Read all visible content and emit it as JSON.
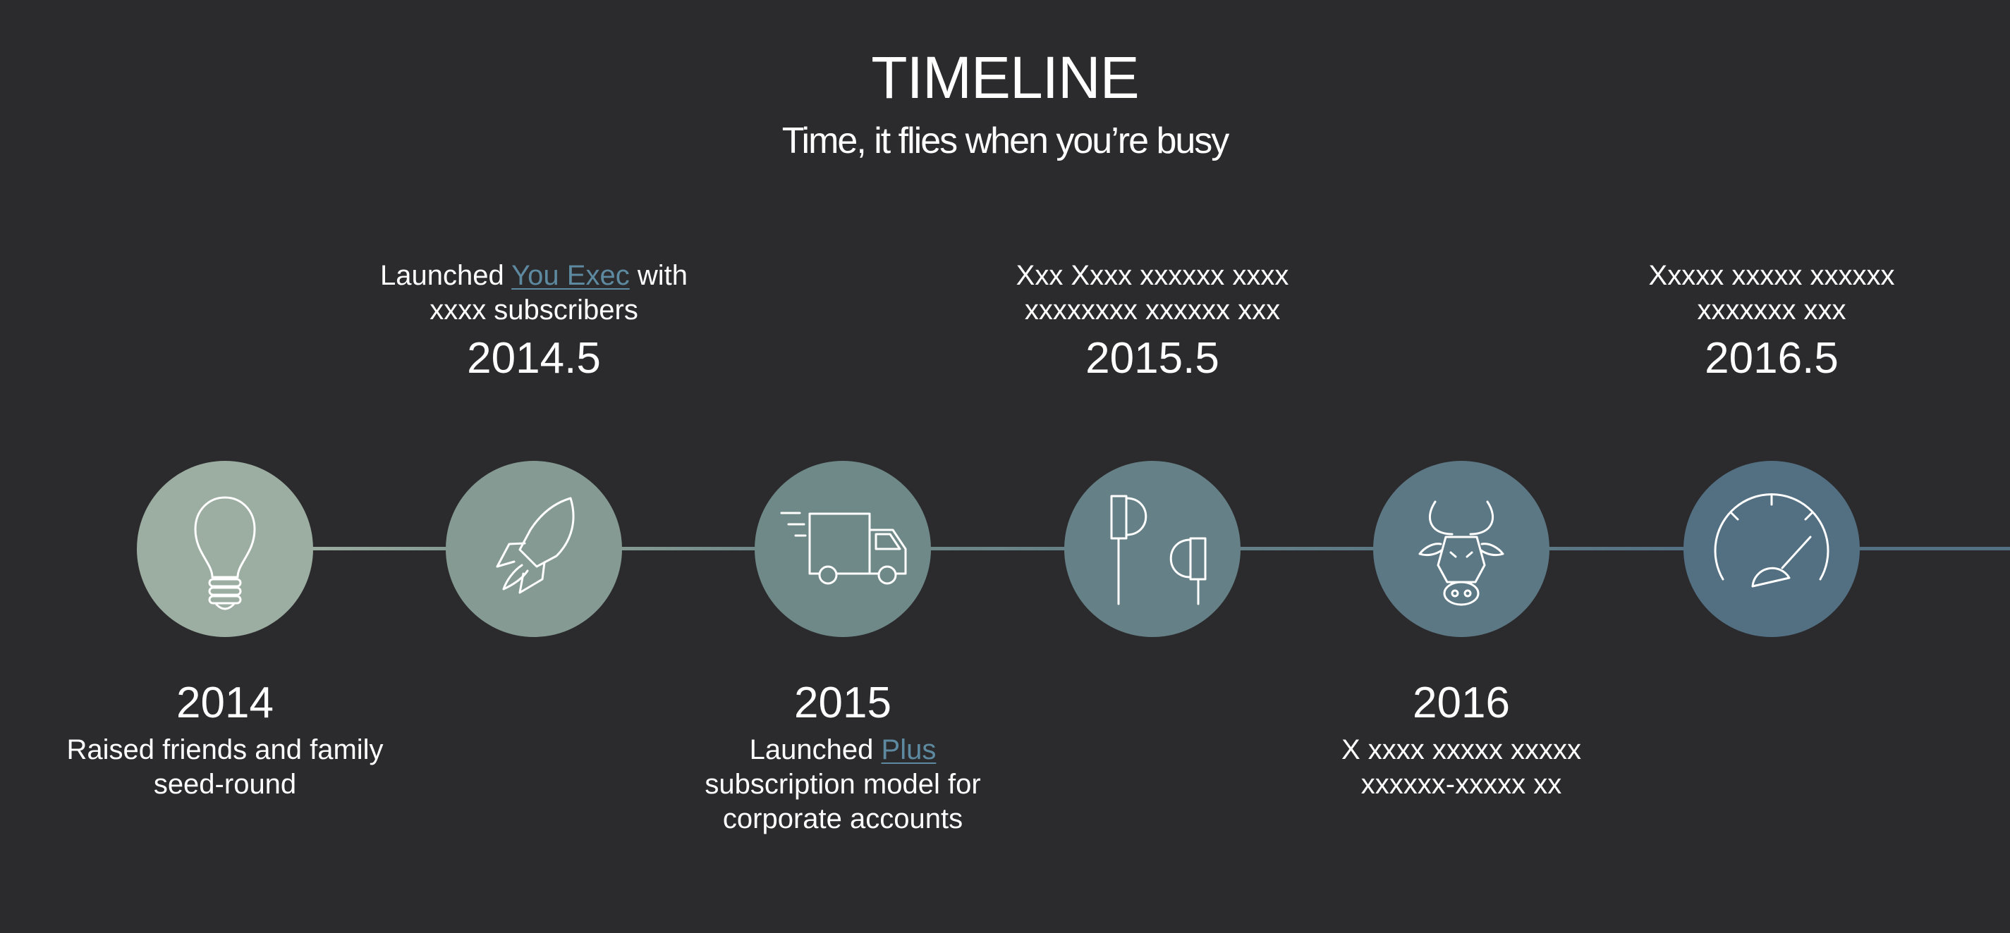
{
  "header": {
    "title": "TIMELINE",
    "subtitle": "Time, it flies when you’re busy"
  },
  "colors": {
    "background": "#2b2b2d",
    "text": "#ffffff",
    "link": "#5d8aa0",
    "milestones": [
      "#9cada1",
      "#849a92",
      "#6f8888",
      "#658086",
      "#5c7884",
      "#537083"
    ]
  },
  "milestones": [
    {
      "year": "2014",
      "position": "bottom",
      "icon": "lightbulb-icon",
      "lines": [
        {
          "pre": "Raised friends and family",
          "link": "",
          "post": ""
        },
        {
          "pre": "seed-round",
          "link": "",
          "post": ""
        }
      ]
    },
    {
      "year": "2014.5",
      "position": "top",
      "icon": "rocket-icon",
      "lines": [
        {
          "pre": "Launched ",
          "link": "You Exec",
          "post": " with"
        },
        {
          "pre": "xxxx subscribers",
          "link": "",
          "post": ""
        }
      ]
    },
    {
      "year": "2015",
      "position": "bottom",
      "icon": "delivery-truck-icon",
      "lines": [
        {
          "pre": "Launched ",
          "link": "Plus",
          "post": ""
        },
        {
          "pre": "subscription model for",
          "link": "",
          "post": ""
        },
        {
          "pre": "corporate accounts",
          "link": "",
          "post": ""
        }
      ]
    },
    {
      "year": "2015.5",
      "position": "top",
      "icon": "earbuds-icon",
      "lines": [
        {
          "pre": "Xxx Xxxx xxxxxx xxxx",
          "link": "",
          "post": ""
        },
        {
          "pre": "xxxxxxxx xxxxxx xxx",
          "link": "",
          "post": ""
        }
      ]
    },
    {
      "year": "2016",
      "position": "bottom",
      "icon": "bull-icon",
      "lines": [
        {
          "pre": "X xxxx xxxxx xxxxx",
          "link": "",
          "post": ""
        },
        {
          "pre": "xxxxxx-xxxxx xx",
          "link": "",
          "post": ""
        }
      ]
    },
    {
      "year": "2016.5",
      "position": "top",
      "icon": "speedometer-icon",
      "lines": [
        {
          "pre": "Xxxxx xxxxx xxxxxx",
          "link": "",
          "post": ""
        },
        {
          "pre": "xxxxxxx xxx",
          "link": "",
          "post": ""
        }
      ]
    }
  ]
}
